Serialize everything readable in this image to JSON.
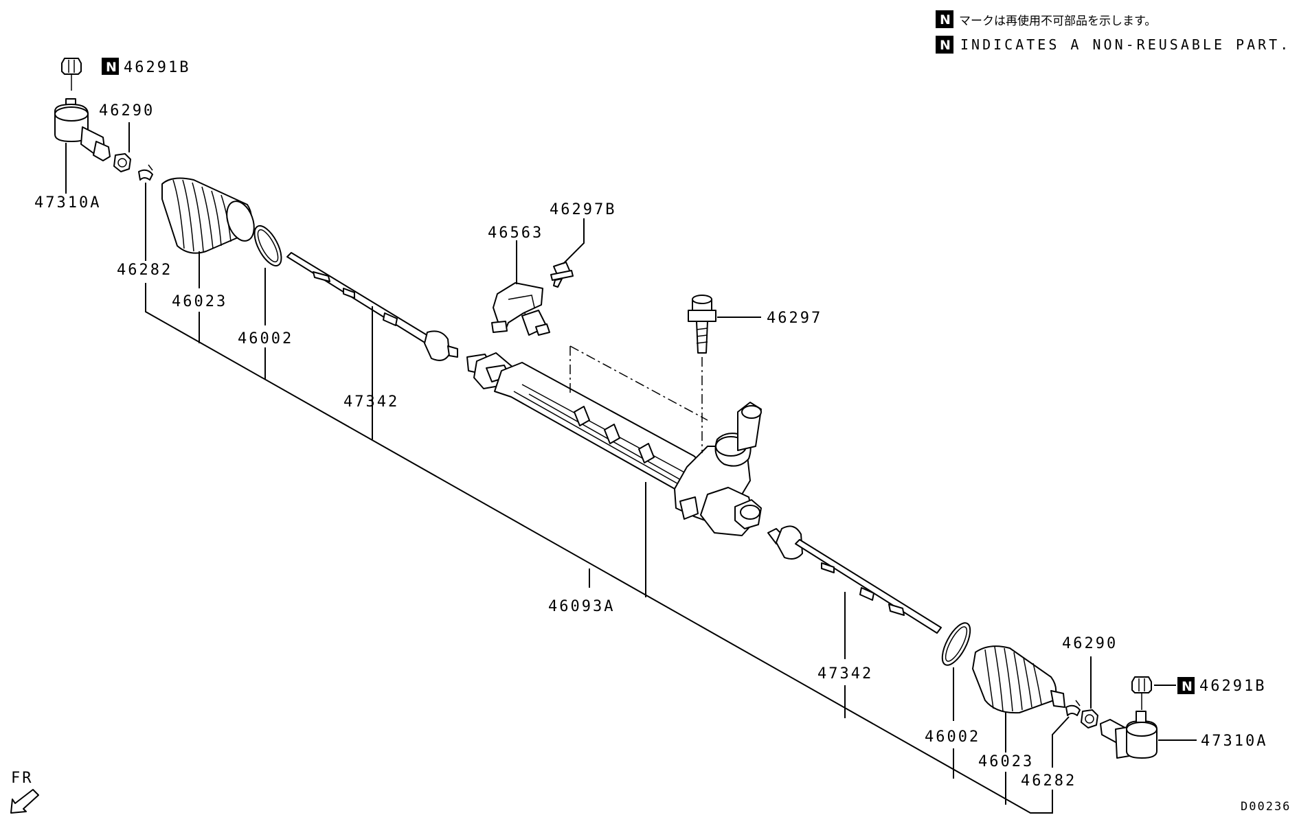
{
  "legend": {
    "badge": "N",
    "line_jp": "マークは再使用不可部品を示します。",
    "line_en": "INDICATES A NON-REUSABLE PART."
  },
  "parts": {
    "p_46291B_left": "46291B",
    "p_46290_left": "46290",
    "p_47310A_left": "47310A",
    "p_46282_left": "46282",
    "p_46023_left": "46023",
    "p_46002_left": "46002",
    "p_47342_left": "47342",
    "p_46563": "46563",
    "p_46297B": "46297B",
    "p_46297": "46297",
    "p_46093A": "46093A",
    "p_47342_right": "47342",
    "p_46002_right": "46002",
    "p_46023_right": "46023",
    "p_46282_right": "46282",
    "p_46290_right": "46290",
    "p_46291B_right": "46291B",
    "p_47310A_right": "47310A"
  },
  "direction": "FR",
  "diagram_id": "D00236",
  "colors": {
    "ink": "#000000",
    "paper": "#ffffff"
  }
}
